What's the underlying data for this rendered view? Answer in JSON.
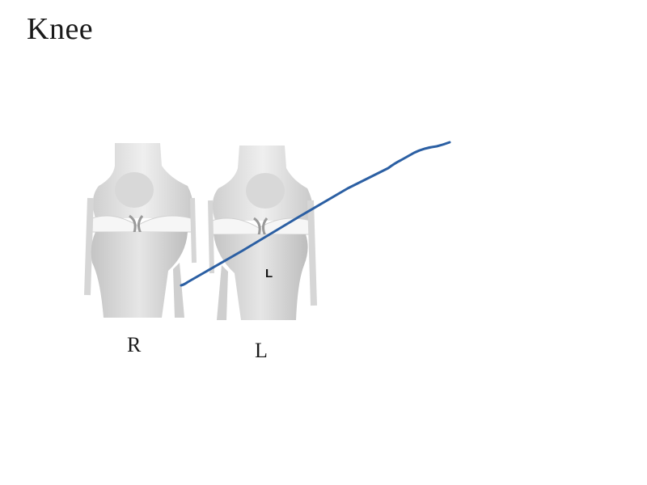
{
  "slide": {
    "title": "Knee",
    "knees": [
      {
        "side_label": "R",
        "icon": "knee-joint-anatomy-icon"
      },
      {
        "side_label": "L",
        "icon": "knee-joint-anatomy-icon",
        "marker": "L"
      }
    ],
    "annotation": {
      "type": "freehand-ink-stroke",
      "color": "#2b5fa3"
    }
  }
}
